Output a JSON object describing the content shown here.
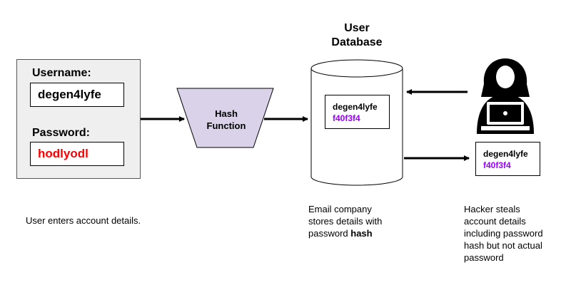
{
  "login": {
    "username_label": "Username:",
    "username_value": "degen4lyfe",
    "password_label": "Password:",
    "password_value": "hodlyodl"
  },
  "hash_function": {
    "line1": "Hash",
    "line2": "Function"
  },
  "database": {
    "title_line1": "User",
    "title_line2": "Database",
    "record_username": "degen4lyfe",
    "record_hash": "f40f3f4"
  },
  "stolen_record": {
    "username": "degen4lyfe",
    "hash": "f40f3f4"
  },
  "captions": {
    "user": "User enters account details.",
    "company_line1": "Email company",
    "company_line2": "stores details with",
    "company_line3_prefix": "password",
    "company_line3_bold": "hash",
    "hacker_line1": "Hacker steals",
    "hacker_line2": "account details",
    "hacker_line3": "including password",
    "hacker_line4": "hash but not actual",
    "hacker_line5": "password"
  },
  "icons": {
    "hacker": "hacker-icon"
  },
  "colors": {
    "password_text": "#ff0000",
    "hash_text": "#9900ff",
    "hash_function_fill": "#d9d2e9",
    "panel_fill": "#efefef"
  }
}
